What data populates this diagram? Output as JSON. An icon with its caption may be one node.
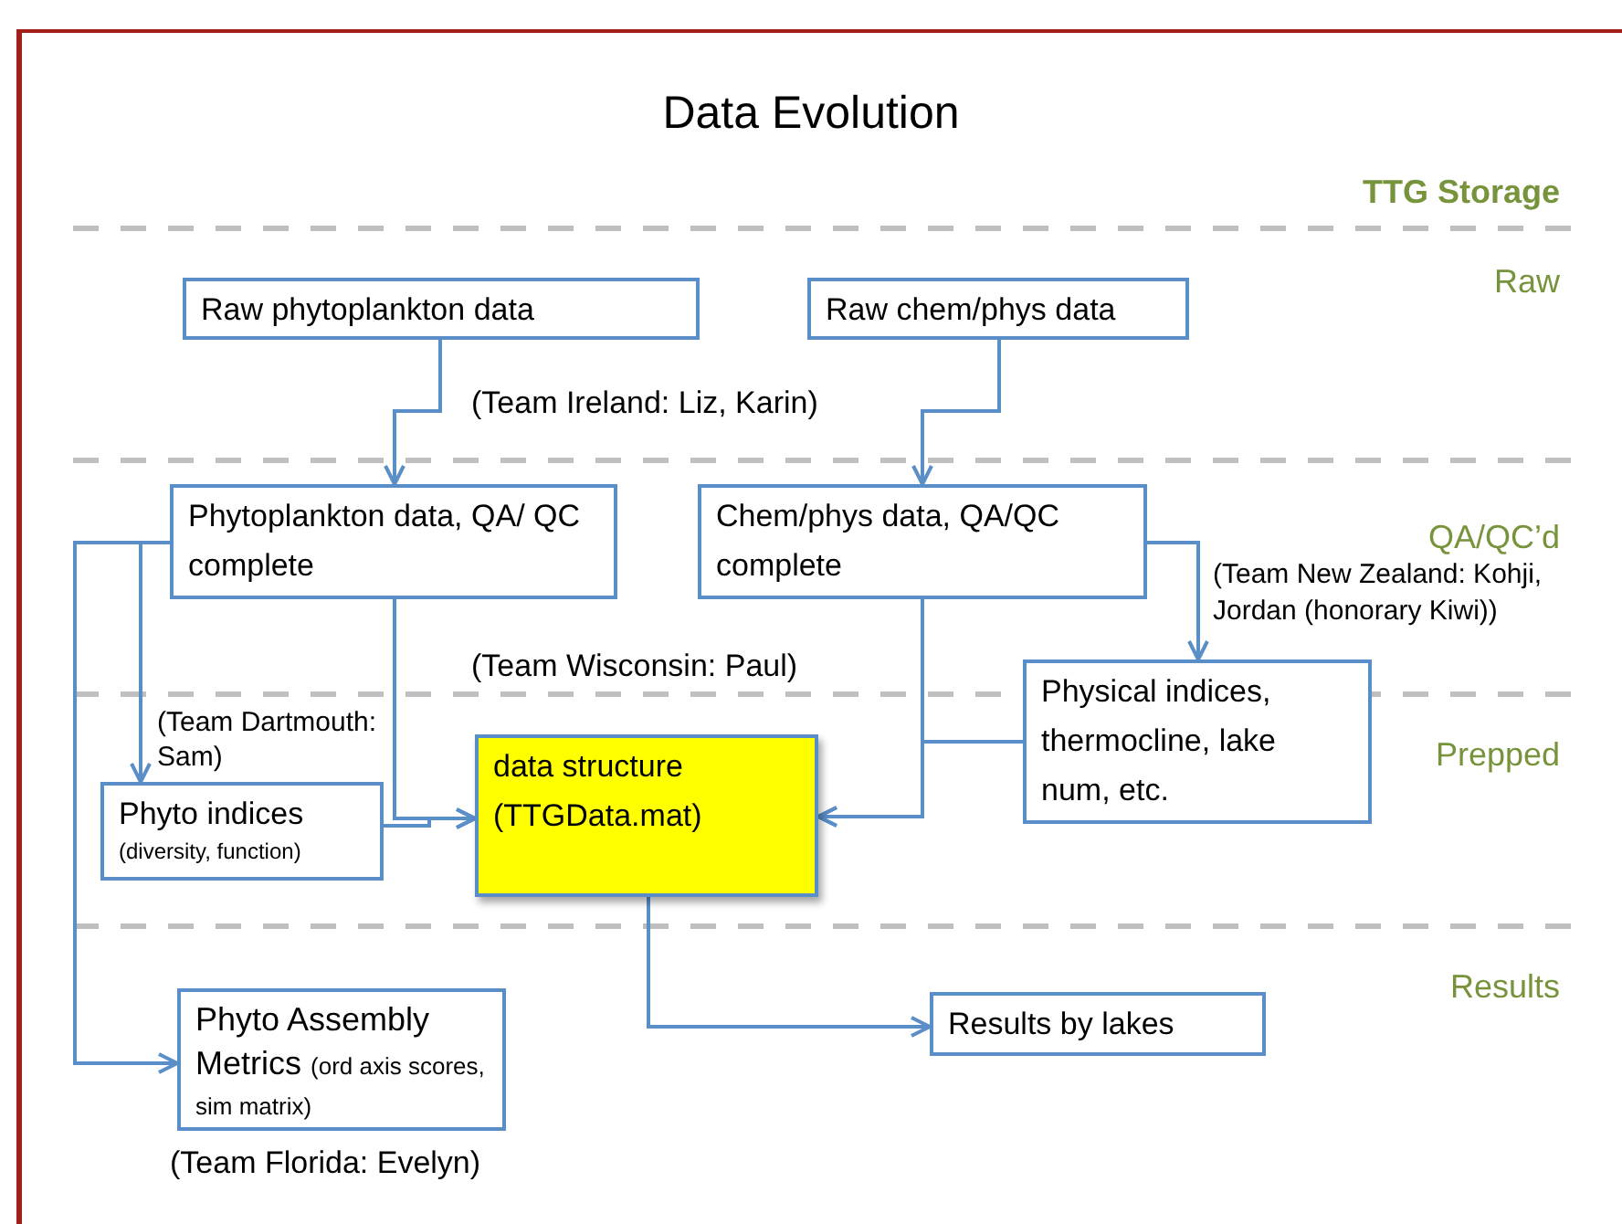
{
  "diagram": {
    "title": "Data Evolution",
    "nodes": [
      {
        "text": [
          "Raw phytoplankton data"
        ]
      },
      {
        "text": [
          "Raw chem/phys data"
        ]
      },
      {
        "text": [
          "Phytoplankton data, QA/ QC complete"
        ]
      },
      {
        "text": [
          "Chem/phys data, QA/QC complete"
        ]
      },
      {
        "text": [
          "Phyto indices",
          "(diversity, function)"
        ],
        "beside": [
          "(Team Dartmouth: Sam)"
        ]
      },
      {
        "text": [
          "data structure (TTGData.mat)"
        ]
      },
      {
        "text": [
          "Physical indices, thermocline, lake num, etc."
        ]
      },
      {
        "text": [
          "Phyto Assembly Metrics",
          "(ord axis scores, sim matrix)"
        ],
        "beside": [
          "(Team Florida: Evelyn)"
        ]
      },
      {
        "text": [
          "Results by lakes"
        ]
      }
    ],
    "edges": [
      {
        "from": 0,
        "to": 2,
        "arrow": "to"
      },
      {
        "from": 1,
        "to": 3,
        "arrow": "to"
      },
      {
        "from": 2,
        "to": 4,
        "arrow": "to"
      },
      {
        "from": 2,
        "to": 7,
        "arrow": "to"
      },
      {
        "from": 2,
        "to": 5,
        "arrow": "to"
      },
      {
        "from": 4,
        "to": 5,
        "arrow": "to"
      },
      {
        "from": 3,
        "to": 5,
        "arrow": "to"
      },
      {
        "from": 6,
        "to": 5,
        "arrow": "to"
      },
      {
        "from": 3,
        "to": 6,
        "arrow": "to"
      },
      {
        "from": 5,
        "to": 8,
        "arrow": "to"
      }
    ],
    "labels": [
      "TTG Storage",
      "Raw",
      "(Team Ireland: Liz, Karin)",
      "QA/QC’d",
      "(Team New Zealand: Kohji, Jordan (honorary Kiwi))",
      "(Team Wisconsin: Paul)",
      "Prepped",
      "Results"
    ]
  }
}
